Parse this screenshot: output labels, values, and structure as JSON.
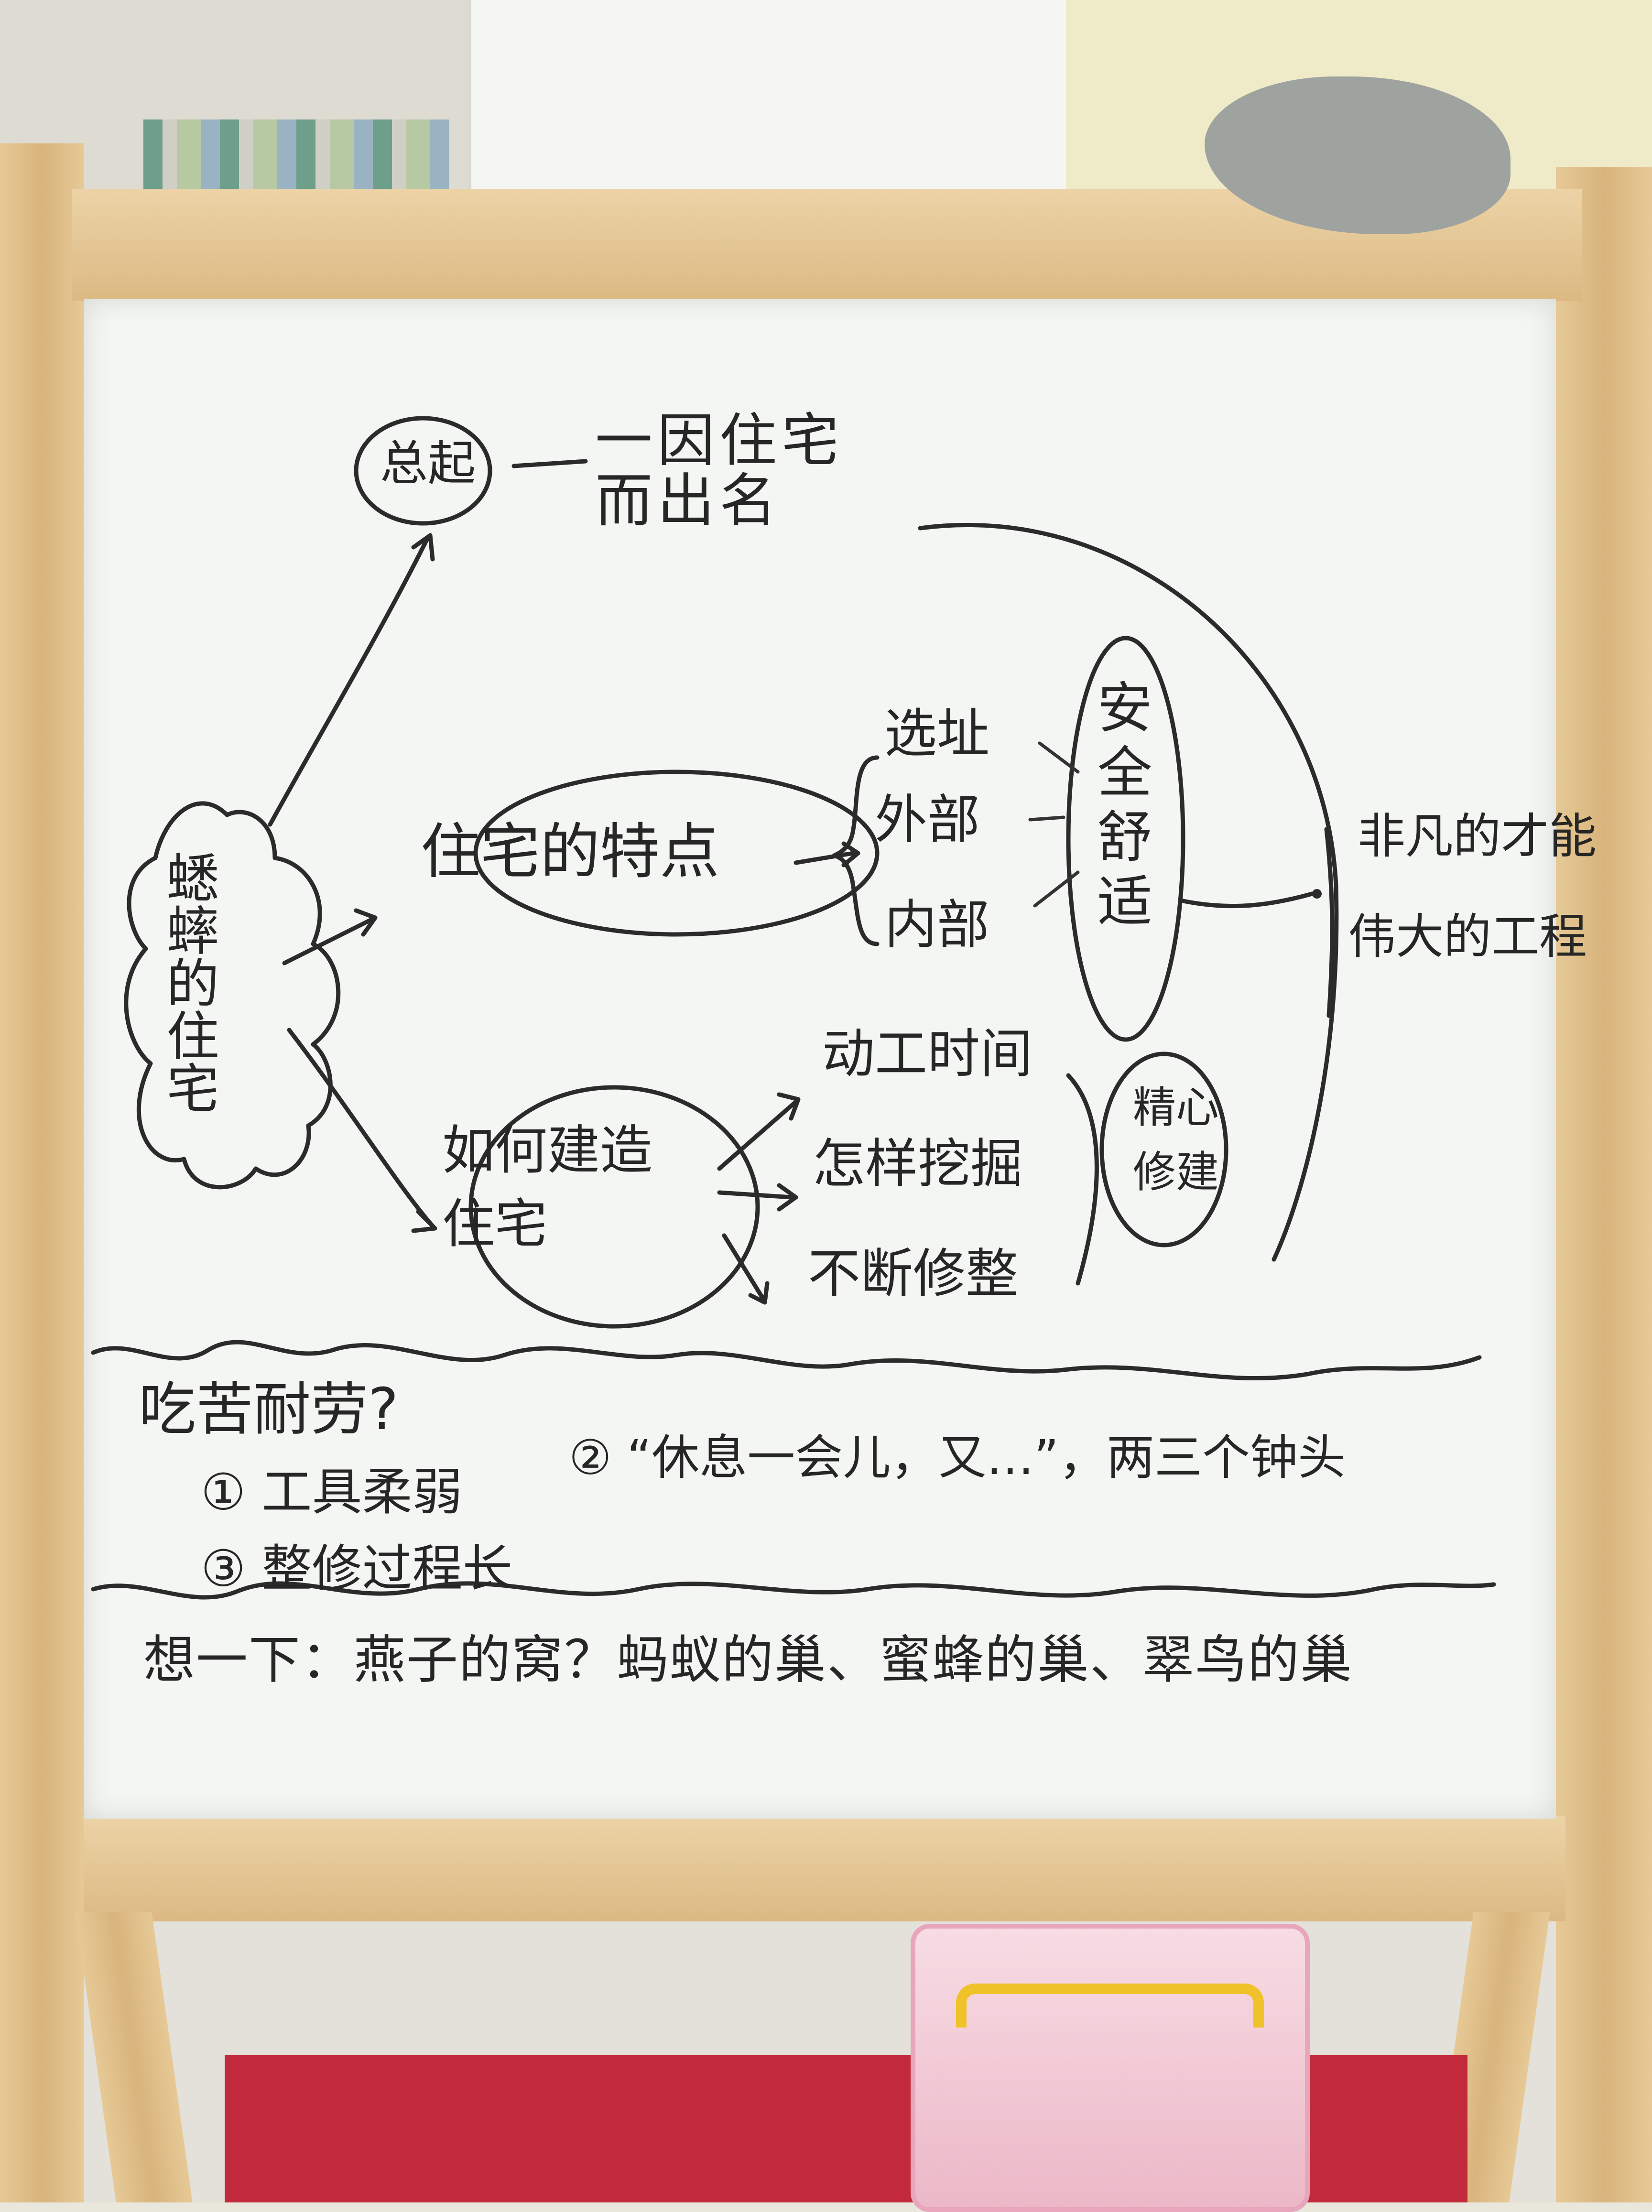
{
  "whiteboard": {
    "center_node": "蟋蟀的住宅",
    "top_branch": {
      "node": "总起",
      "note": "一因住宅而出名"
    },
    "middle_branch": {
      "node": "住宅的特点",
      "items": [
        "选址",
        "外部",
        "内部"
      ],
      "group": "安全舒适"
    },
    "bottom_branch": {
      "node": "如何建造住宅",
      "items": [
        "动工时间",
        "怎样挖掘",
        "不断修整"
      ],
      "group": "精心修建"
    },
    "conclusion": [
      "非凡的才能",
      "伟大的工程"
    ],
    "question": {
      "prompt": "吃苦耐劳?",
      "points": [
        "① 工具柔弱",
        "② “休息一会儿，又…”，两三个钟头",
        "③ 整修过程长"
      ]
    },
    "think": "想一下：燕子的窝？蚂蚁的巢、蜜蜂的巢、翠鸟的巢"
  },
  "colors": {
    "board": "#f4f6f3",
    "ink": "#262626",
    "frame": "#e2c28f",
    "tray": "#c22a3c",
    "box": "#f0c4d2",
    "handle": "#f0c22a"
  }
}
